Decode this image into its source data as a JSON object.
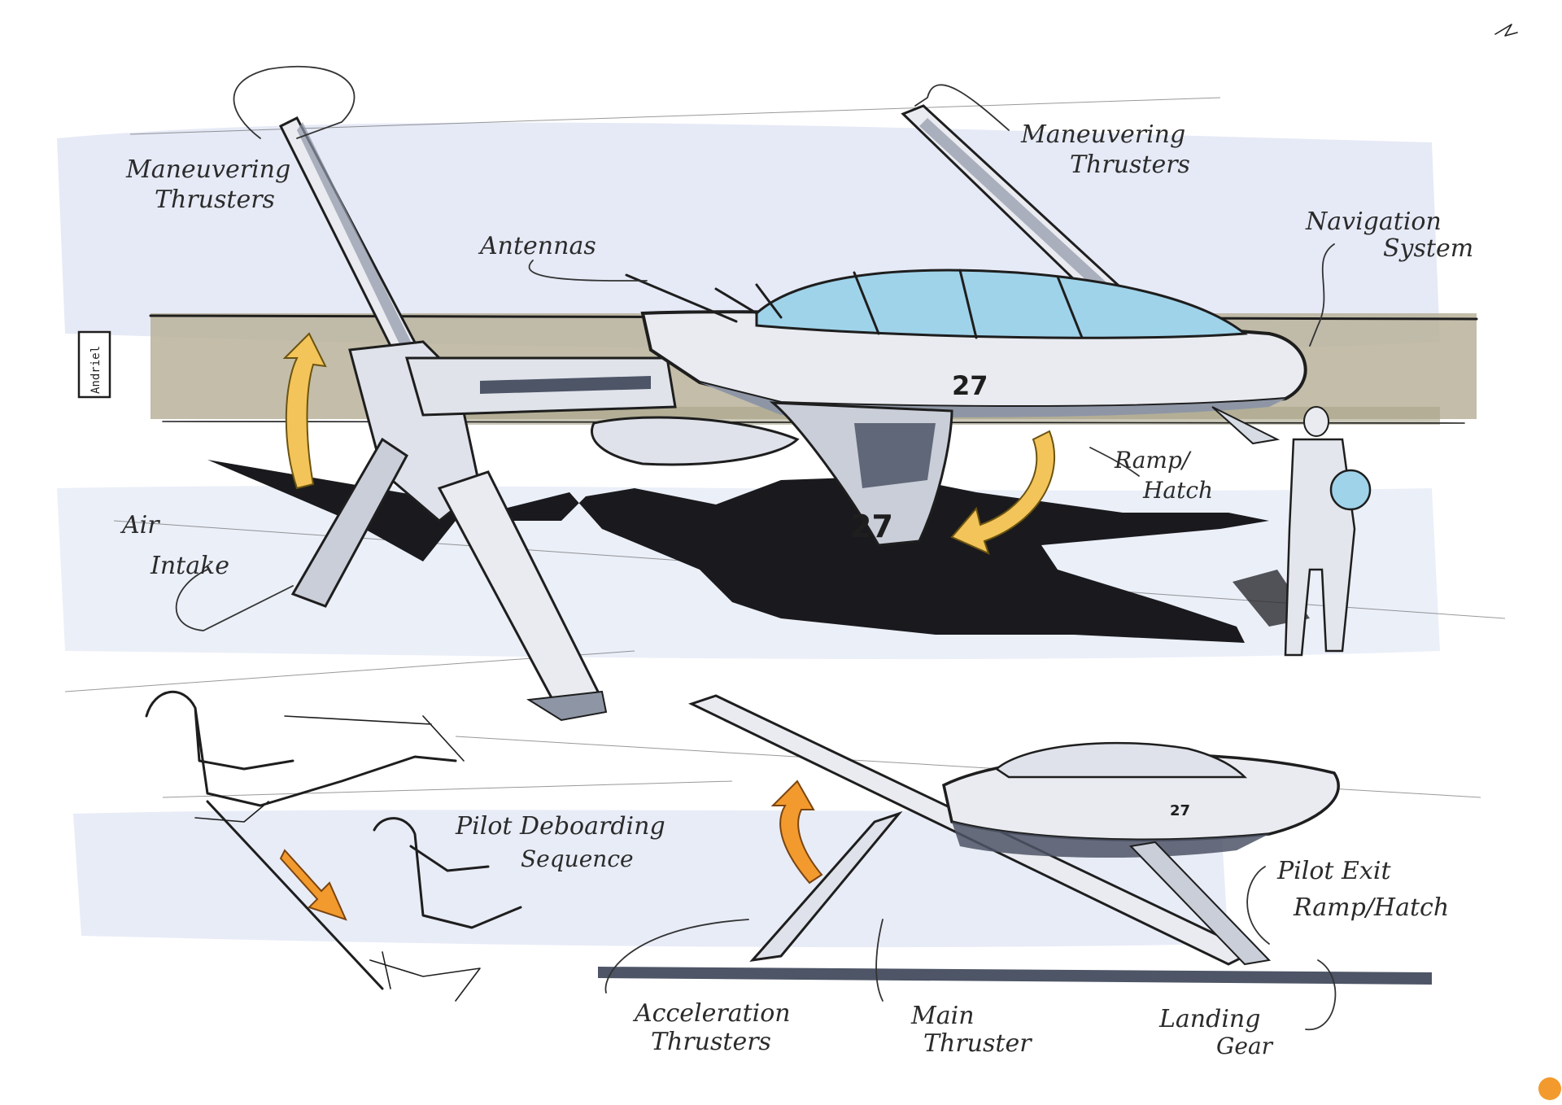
{
  "colors": {
    "paper": "#ffffff",
    "wash_blue": "#e3e8f5",
    "khaki_band": "#b8b29a",
    "hull": "#e9ebf0",
    "hull_shade": "#8e96a6",
    "hull_dark": "#4d5566",
    "shadow": "#1a1a1e",
    "canopy": "#9fd3ea",
    "arrow_yellow": "#f3c45a",
    "arrow_orange": "#f29a2e",
    "ink": "#1e1e1e"
  },
  "labels": {
    "thrusters_left_line1": "Maneuvering",
    "thrusters_left_line2": "Thrusters",
    "thrusters_right_line1": "Maneuvering",
    "thrusters_right_line2": "Thrusters",
    "antennas": "Antennas",
    "navigation_line1": "Navigation",
    "navigation_line2": "System",
    "ramp_line1": "Ramp/",
    "ramp_line2": "Hatch",
    "air_line1": "Air",
    "air_line2": "Intake",
    "pilot_deboarding_line1": "Pilot Deboarding",
    "pilot_deboarding_line2": "Sequence",
    "pilot_exit_line1": "Pilot Exit",
    "pilot_exit_line2": "Ramp/Hatch",
    "acceleration_line1": "Acceleration",
    "acceleration_line2": "Thrusters",
    "main_line1": "Main",
    "main_line2": "Thruster",
    "landing_line1": "Landing",
    "landing_line2": "Gear"
  },
  "hull_number": "27",
  "hull_number_side": "27",
  "hull_number_small": "27",
  "signature": "Andriel"
}
